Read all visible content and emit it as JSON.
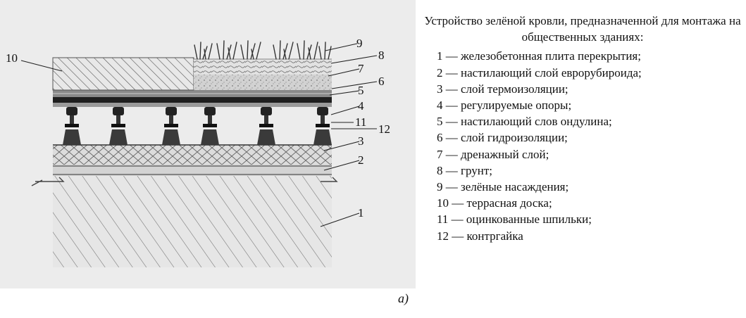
{
  "legend": {
    "title": "Устройство зелёной кровли, предназначенной для монтажа на общественных зданиях:",
    "items": [
      "1 — железобетонная плита перекрытия;",
      "2 — настилающий слой еврорубироида;",
      "3 — слой термоизоляции;",
      "4 — регулируемые опоры;",
      "5 — настилающий слов ондулина;",
      "6 — слой гидроизоляции;",
      "7 — дренажный слой;",
      "8 — грунт;",
      "9 — зелёные насаждения;",
      "10 — террасная доска;",
      "11 — оцинкованные шпильки;",
      "12 — контргайка"
    ]
  },
  "callouts": [
    "1",
    "2",
    "3",
    "4",
    "5",
    "6",
    "7",
    "8",
    "9",
    "10",
    "11",
    "12"
  ],
  "caption": "а)",
  "colors": {
    "background": "#ffffff",
    "drawing_background": "#ececec",
    "hatch": "#6a6a6a",
    "membrane": "#2a2a2a",
    "insulation": "#d6d6d6",
    "drainage": "#cfcfcf",
    "plants": "#333333"
  }
}
